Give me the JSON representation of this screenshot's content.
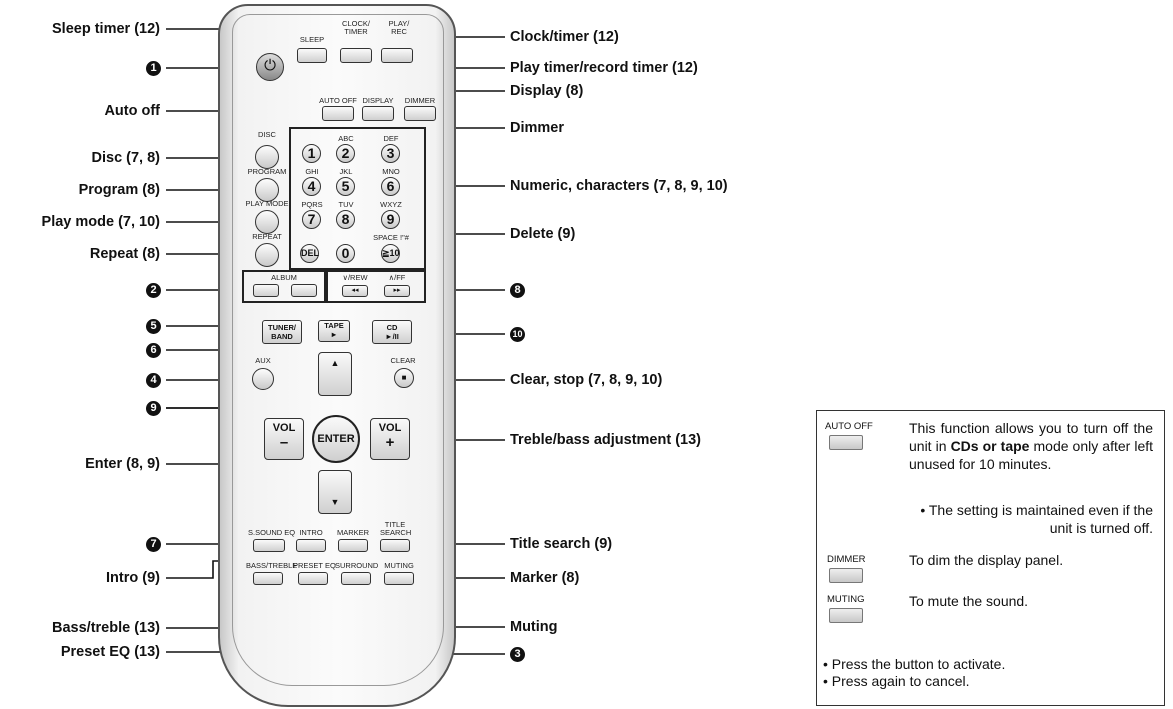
{
  "callouts_left": {
    "sleep_timer": "Sleep timer (12)",
    "auto_off": "Auto off",
    "disc": "Disc (7, 8)",
    "program": "Program (8)",
    "play_mode": "Play mode (7, 10)",
    "repeat": "Repeat (8)",
    "enter": "Enter (8, 9)",
    "intro": "Intro (9)",
    "bass_treble": "Bass/treble (13)",
    "preset_eq": "Preset EQ (13)"
  },
  "callouts_right": {
    "clock_timer": "Clock/timer (12)",
    "play_record_timer": "Play timer/record timer (12)",
    "display": "Display (8)",
    "dimmer": "Dimmer",
    "numeric": "Numeric, characters (7, 8, 9, 10)",
    "delete": "Delete (9)",
    "clear_stop": "Clear, stop (7, 8, 9, 10)",
    "treble_bass_adjust": "Treble/bass adjustment (13)",
    "title_search": "Title search (9)",
    "marker": "Marker (8)",
    "muting": "Muting"
  },
  "numbered_markers": {
    "m1": "1",
    "m2": "2",
    "m3": "3",
    "m4": "4",
    "m5": "5",
    "m6": "6",
    "m7": "7",
    "m8": "8",
    "m9": "9",
    "m10": "10"
  },
  "remote": {
    "sleep": "SLEEP",
    "clock_timer": "CLOCK/ TIMER",
    "play_rec": "PLAY/ REC",
    "auto_off": "AUTO OFF",
    "display": "DISPLAY",
    "dimmer": "DIMMER",
    "disc": "DISC",
    "program": "PROGRAM",
    "play_mode": "PLAY MODE",
    "repeat": "REPEAT",
    "digits": [
      "1",
      "2",
      "3",
      "4",
      "5",
      "6",
      "7",
      "8",
      "9",
      "0"
    ],
    "letters": [
      "ABC",
      "DEF",
      "GHI",
      "JKL",
      "MNO",
      "PQRS",
      "TUV",
      "WXYZ"
    ],
    "del": "DEL",
    "space": "SPACE !\"#",
    "ten": "≧10",
    "album": "ALBUM",
    "rew": "∨/REW",
    "ff": "∧/FF",
    "rew_sym": "◂◂",
    "ff_sym": "▸▸",
    "tuner_band": "TUNER/ BAND",
    "tape": "TAPE",
    "tape_sym": "►",
    "cd": "CD",
    "cd_sym": "►/II",
    "aux": "AUX",
    "clear": "CLEAR",
    "vol": "VOL",
    "minus": "–",
    "plus": "+",
    "enter": "ENTER",
    "up": "▲",
    "down": "▼",
    "ssound_eq": "S.SOUND EQ",
    "intro": "INTRO",
    "marker": "MARKER",
    "title_search": "TITLE SEARCH",
    "bass_treble": "BASS/TREBLE",
    "preset_eq": "PRESET EQ",
    "surround": "SURROUND",
    "muting": "MUTING",
    "power_symbol": "⏻"
  },
  "legend": {
    "auto_off_caption": "AUTO OFF",
    "auto_off_text_1": "This function allows you to turn off the unit in ",
    "auto_off_bold": "CDs or tape",
    "auto_off_text_2": " mode only after left unused for 10 minutes.",
    "auto_off_note": "• The setting is maintained even if the unit is turned off.",
    "dimmer_caption": "DIMMER",
    "dimmer_text": "To dim the display panel.",
    "muting_caption": "MUTING",
    "muting_text": "To mute the sound.",
    "bullet_1": "• Press the button to activate.",
    "bullet_2": "• Press again to cancel."
  }
}
